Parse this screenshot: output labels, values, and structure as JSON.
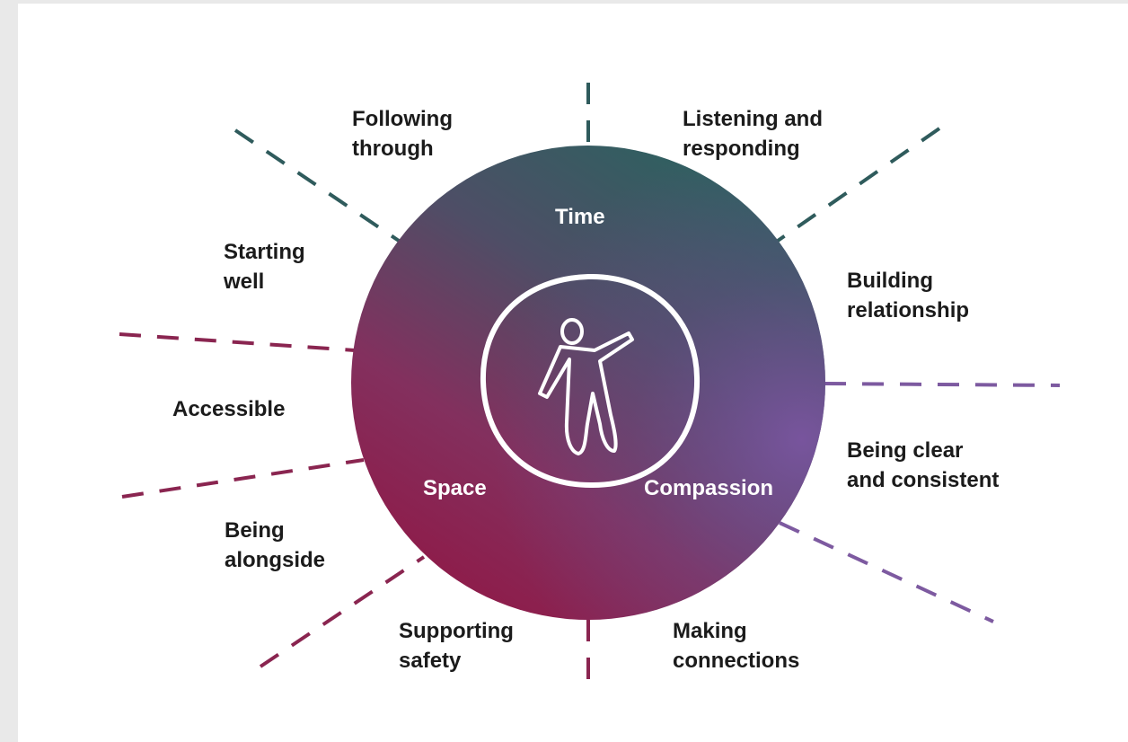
{
  "center": {
    "top": "Time",
    "left": "Space",
    "right": "Compassion",
    "icon": "person-reaching-icon"
  },
  "outer": {
    "following_through": [
      "Following",
      "through"
    ],
    "listening": [
      "Listening and",
      "responding"
    ],
    "starting_well": [
      "Starting",
      "well"
    ],
    "building": [
      "Building",
      "relationship"
    ],
    "accessible": [
      "Accessible"
    ],
    "being_clear": [
      "Being clear",
      "and consistent"
    ],
    "being_alongside": [
      "Being",
      "alongside"
    ],
    "supporting_safety": [
      "Supporting",
      "safety"
    ],
    "making_connections": [
      "Making",
      "connections"
    ]
  },
  "colors": {
    "teal": "#2f5f62",
    "slate": "#4e5a86",
    "purple": "#7a4e92",
    "crimson": "#8b1d4f",
    "magenta": "#8a2e6a",
    "dash_teal": "#2f5b5c",
    "dash_purple": "#7d5aa0",
    "dash_crimson": "#8a2550"
  }
}
